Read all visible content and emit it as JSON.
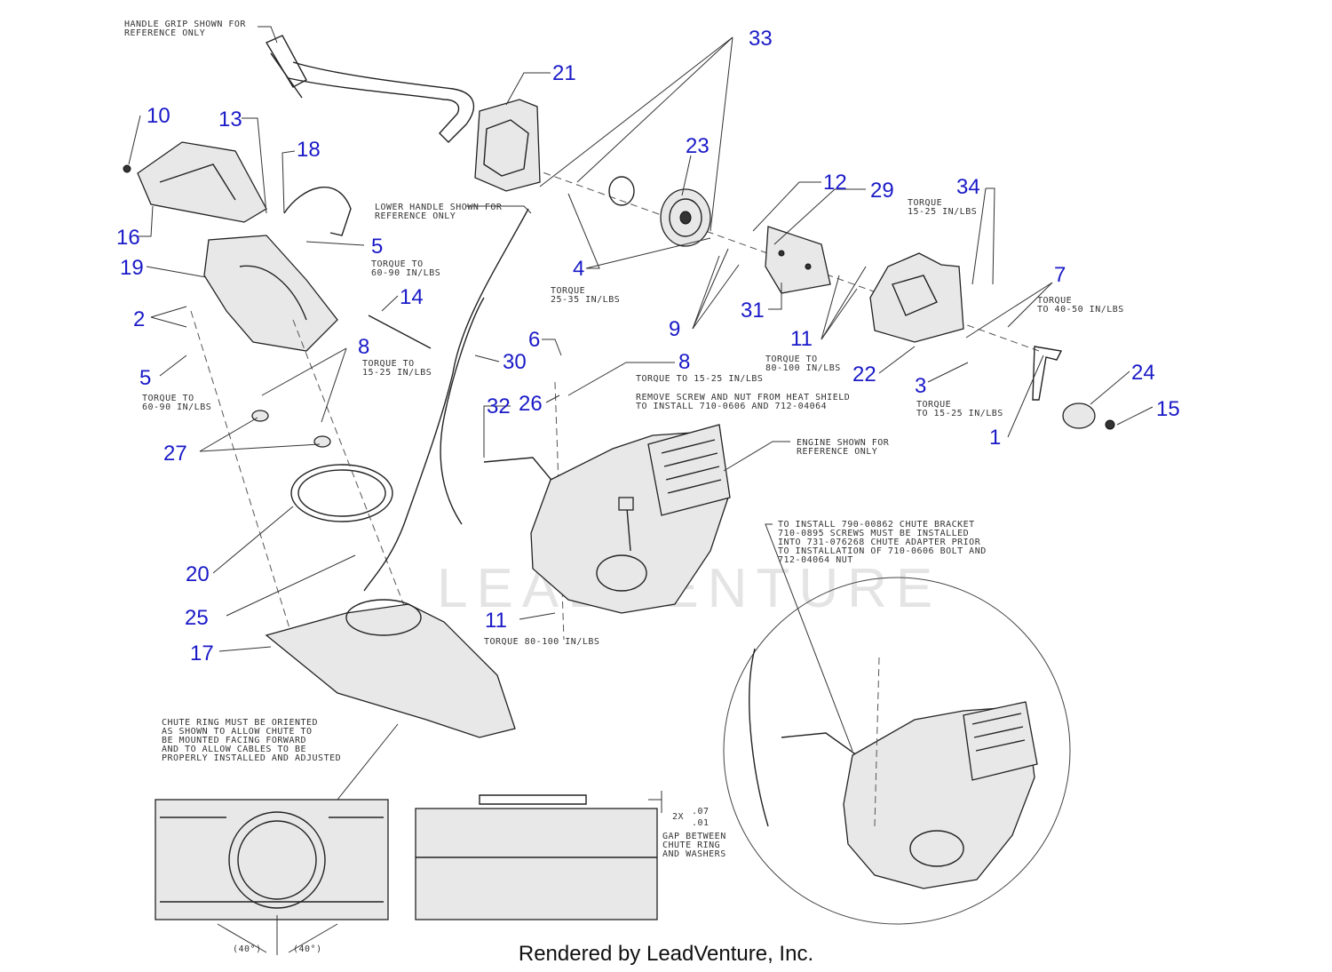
{
  "watermark": "LEADVENTURE",
  "footer": "Rendered by LeadVenture, Inc.",
  "notes": {
    "handle_grip": [
      "HANDLE GRIP SHOWN FOR",
      "REFERENCE ONLY"
    ],
    "lower_handle": [
      "LOWER HANDLE SHOWN FOR",
      "REFERENCE ONLY"
    ],
    "torque_60_90_a": [
      "TORQUE TO",
      "60-90 IN/LBS"
    ],
    "torque_60_90_b": [
      "TORQUE TO",
      "60-90 IN/LBS"
    ],
    "torque_15_25_a": [
      "TORQUE TO",
      "15-25 IN/LBS"
    ],
    "torque_25_35": [
      "TORQUE",
      "25-35 IN/LBS"
    ],
    "torque_80_100_a": [
      "TORQUE TO",
      "80-100 IN/LBS"
    ],
    "torque_15_25_b": [
      "TORQUE",
      "15-25 IN/LBS"
    ],
    "torque_40_50": [
      "TORQUE",
      "TO 40-50 IN/LBS"
    ],
    "torque_15_25_c": [
      "TORQUE",
      "TO 15-25 IN/LBS"
    ],
    "torque_15_25_d": [
      "TORQUE TO 15-25 IN/LBS"
    ],
    "heat_shield": [
      "REMOVE SCREW AND NUT FROM HEAT SHIELD",
      "TO INSTALL 710-0606 AND 712-04064"
    ],
    "engine_ref": [
      "ENGINE SHOWN FOR",
      "REFERENCE ONLY"
    ],
    "torque_80_100_b": [
      "TORQUE 80-100 IN/LBS"
    ],
    "chute_bracket": [
      "TO INSTALL 790-00862 CHUTE BRACKET",
      "710-0895 SCREWS MUST BE INSTALLED",
      "INTO 731-076268 CHUTE ADAPTER PRIOR",
      "TO INSTALLATION OF 710-0606 BOLT AND",
      "712-04064 NUT"
    ],
    "chute_ring": [
      "CHUTE RING MUST BE ORIENTED",
      "AS SHOWN TO ALLOW CHUTE TO",
      "BE MOUNTED FACING FORWARD",
      "AND TO ALLOW CABLES TO BE",
      "PROPERLY INSTALLED AND ADJUSTED"
    ],
    "gap": [
      "GAP BETWEEN",
      "CHUTE RING",
      "AND WASHERS"
    ],
    "gap_dim_qty": "2X",
    "gap_dim_max": ".07",
    "gap_dim_min": ".01",
    "angle_left": "(40°)",
    "angle_right": "(40°)"
  },
  "part_numbers": [
    "33",
    "21",
    "23",
    "10",
    "13",
    "18",
    "12",
    "29",
    "34",
    "16",
    "5",
    "19",
    "4",
    "7",
    "2",
    "14",
    "31",
    "9",
    "11",
    "5",
    "8",
    "30",
    "22",
    "6",
    "8",
    "3",
    "27",
    "26",
    "32",
    "24",
    "15",
    "1",
    "20",
    "25",
    "11",
    "17"
  ]
}
